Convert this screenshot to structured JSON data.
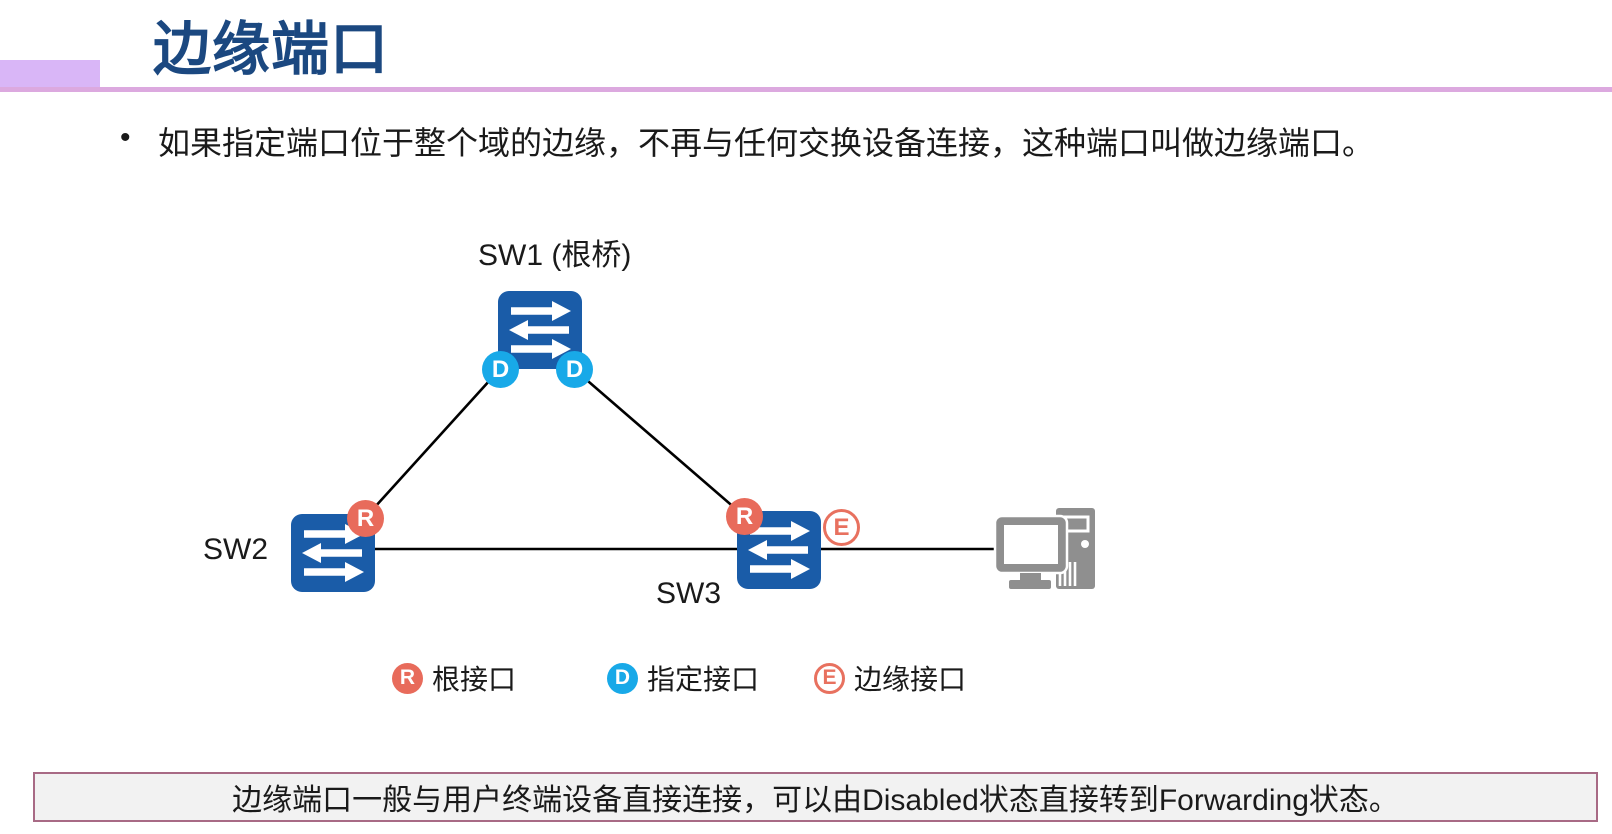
{
  "header": {
    "title": "边缘端口"
  },
  "content": {
    "bullet": "如果指定端口位于整个域的边缘，不再与任何交换设备连接，这种端口叫做边缘端口。"
  },
  "diagram": {
    "nodes": {
      "sw1": {
        "label": "SW1 (根桥)"
      },
      "sw2": {
        "label": "SW2"
      },
      "sw3": {
        "label": "SW3"
      }
    },
    "markers": {
      "root": "R",
      "designated": "D",
      "edge": "E"
    }
  },
  "legend": {
    "items": [
      {
        "symbol": "R",
        "label": "根接口"
      },
      {
        "symbol": "D",
        "label": "指定接口"
      },
      {
        "symbol": "E",
        "label": "边缘接口"
      }
    ]
  },
  "note": {
    "text": "边缘端口一般与用户终端设备直接连接，可以由Disabled状态直接转到Forwarding状态。"
  },
  "colors": {
    "title": "#1B4880",
    "accent": "#D9B6F7",
    "rule": "#DCA9DF",
    "switch": "#1A5CA8",
    "designated": "#18A9E8",
    "root": "#E86B5B",
    "edge": "#E8715F",
    "note_border": "#A86A85",
    "note_bg": "#F2F2F2",
    "pc": "#8F8F8F",
    "line": "#000000"
  }
}
